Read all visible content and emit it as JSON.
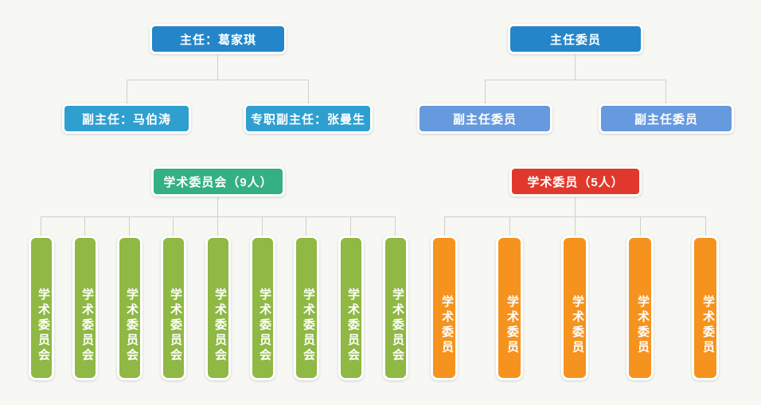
{
  "diagram": {
    "type": "org-chart",
    "background_color": "#f7f7f4",
    "connector_color": "#cfcfcb",
    "palette": {
      "blue": "#2486c8",
      "cyan": "#2f9fd0",
      "light_blue": "#6699dd",
      "teal": "#34b083",
      "red": "#e0392c",
      "olive_green": "#8fb845",
      "orange": "#f5931e",
      "text": "#ffffff"
    },
    "left_branch": {
      "root": {
        "label": "主任：葛家琪",
        "color": "#2486c8"
      },
      "deputies": [
        {
          "label": "副主任：马伯涛",
          "color": "#2f9fd0"
        },
        {
          "label": "专职副主任：张曼生",
          "color": "#2f9fd0"
        }
      ],
      "committee": {
        "label": "学术委员会（9人）",
        "color": "#34b083",
        "count": 9
      },
      "members": [
        {
          "label": "学术委员会",
          "color": "#8fb845"
        },
        {
          "label": "学术委员会",
          "color": "#8fb845"
        },
        {
          "label": "学术委员会",
          "color": "#8fb845"
        },
        {
          "label": "学术委员会",
          "color": "#8fb845"
        },
        {
          "label": "学术委员会",
          "color": "#8fb845"
        },
        {
          "label": "学术委员会",
          "color": "#8fb845"
        },
        {
          "label": "学术委员会",
          "color": "#8fb845"
        },
        {
          "label": "学术委员会",
          "color": "#8fb845"
        },
        {
          "label": "学术委员会",
          "color": "#8fb845"
        }
      ]
    },
    "right_branch": {
      "root": {
        "label": "主任委员",
        "color": "#2486c8"
      },
      "deputies": [
        {
          "label": "副主任委员",
          "color": "#6699dd"
        },
        {
          "label": "副主任委员",
          "color": "#6699dd"
        }
      ],
      "committee": {
        "label": "学术委员（5人）",
        "color": "#e0392c",
        "count": 5
      },
      "members": [
        {
          "label": "学术委员",
          "color": "#f5931e"
        },
        {
          "label": "学术委员",
          "color": "#f5931e"
        },
        {
          "label": "学术委员",
          "color": "#f5931e"
        },
        {
          "label": "学术委员",
          "color": "#f5931e"
        },
        {
          "label": "学术委员",
          "color": "#f5931e"
        }
      ]
    }
  }
}
